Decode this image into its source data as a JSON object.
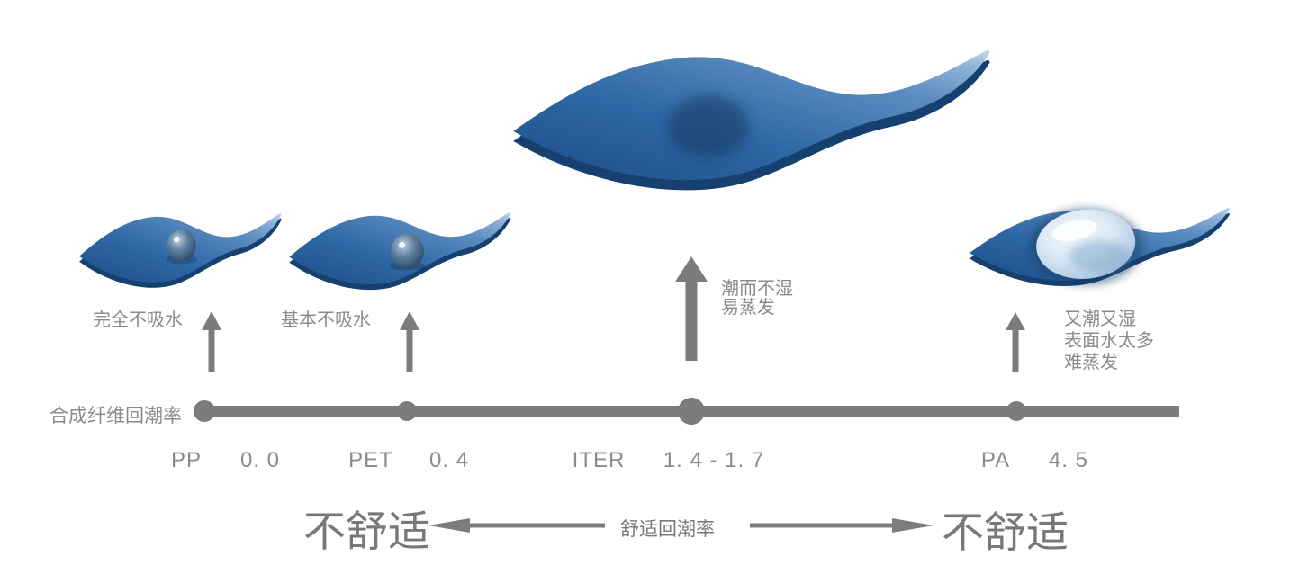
{
  "diagram": {
    "axis_label": "合成纤维回潮率",
    "points": [
      {
        "fiber": "PP",
        "value": "0. 0",
        "notes": [
          "完全不吸水"
        ]
      },
      {
        "fiber": "PET",
        "value": "0. 4",
        "notes": [
          "基本不吸水"
        ]
      },
      {
        "fiber": "ITER",
        "value": "1. 4 - 1. 7",
        "notes": [
          "潮而不湿",
          "易蒸发"
        ]
      },
      {
        "fiber": "PA",
        "value": "4. 5",
        "notes": [
          "又潮又湿",
          "表面水太多",
          "难蒸发"
        ]
      }
    ],
    "comfort": {
      "left": "不舒适",
      "center": "舒适回潮率",
      "right": "不舒适"
    }
  },
  "colors": {
    "background": "#ffffff",
    "fabric_blue": "#2e68a6",
    "fabric_dark_edge": "#15406f",
    "fabric_highlight": "#c8daee",
    "axis_gray": "#7c7c7c",
    "arrow_gray": "#7c7c7c",
    "label_gray": "#8b8b8b",
    "comfort_text_gray": "#787878"
  }
}
